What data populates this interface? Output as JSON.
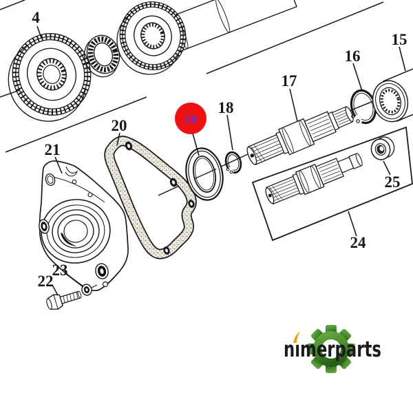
{
  "canvas": {
    "background": "#ffffff",
    "line_color": "#1a1a1a"
  },
  "diagram": {
    "type": "exploded-parts-diagram",
    "parts": [
      {
        "label": "4"
      },
      {
        "label": "15"
      },
      {
        "label": "16"
      },
      {
        "label": "17"
      },
      {
        "label": "18"
      },
      {
        "label": "19"
      },
      {
        "label": "20"
      },
      {
        "label": "21"
      },
      {
        "label": "22"
      },
      {
        "label": "23"
      },
      {
        "label": "24"
      },
      {
        "label": "25"
      }
    ],
    "highlight": {
      "part": "19",
      "marker": "red-circle",
      "circle_color": "#ee1212",
      "label_color": "#5b35d8"
    }
  },
  "watermark": {
    "brand": "nimerparts",
    "icon": "gear-icon",
    "colors": {
      "gear_light": "#6cae49",
      "gear_mid": "#4a8f2e",
      "gear_dark": "#275d16",
      "accent": "#eea41d",
      "text": "#1b1b1b"
    }
  }
}
